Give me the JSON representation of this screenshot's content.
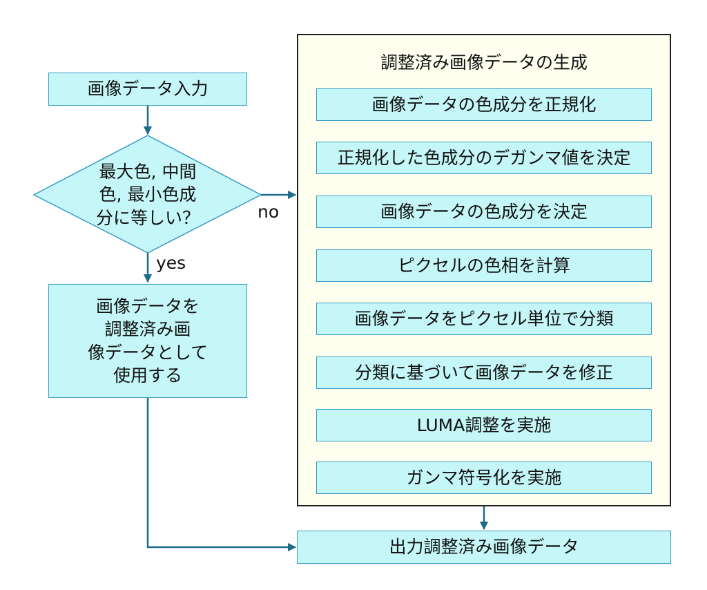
{
  "colors": {
    "box_fill": "#c5f7f8",
    "box_border": "#3a9bc4",
    "arrow": "#1f6b8e",
    "group_fill": "#fffff0",
    "group_border": "#1e1e1e"
  },
  "start": {
    "label": "画像データ入力"
  },
  "decision": {
    "label": "最大色, 中間\n色, 最小色成\n分に等しい？",
    "yes_label": "yes",
    "no_label": "no"
  },
  "use_as_is": {
    "label": "画像データを\n調整済み画\n像データとして\n使用する"
  },
  "group": {
    "title": "調整済み画像データの生成",
    "steps": [
      "画像データの色成分を正規化",
      "正規化した色成分のデガンマ値を決定",
      "画像データの色成分を決定",
      "ピクセルの色相を計算",
      "画像データをピクセル単位で分類",
      "分類に基づいて画像データを修正",
      "LUMA調整を実施",
      "ガンマ符号化を実施"
    ]
  },
  "output": {
    "label": "出力調整済み画像データ"
  }
}
